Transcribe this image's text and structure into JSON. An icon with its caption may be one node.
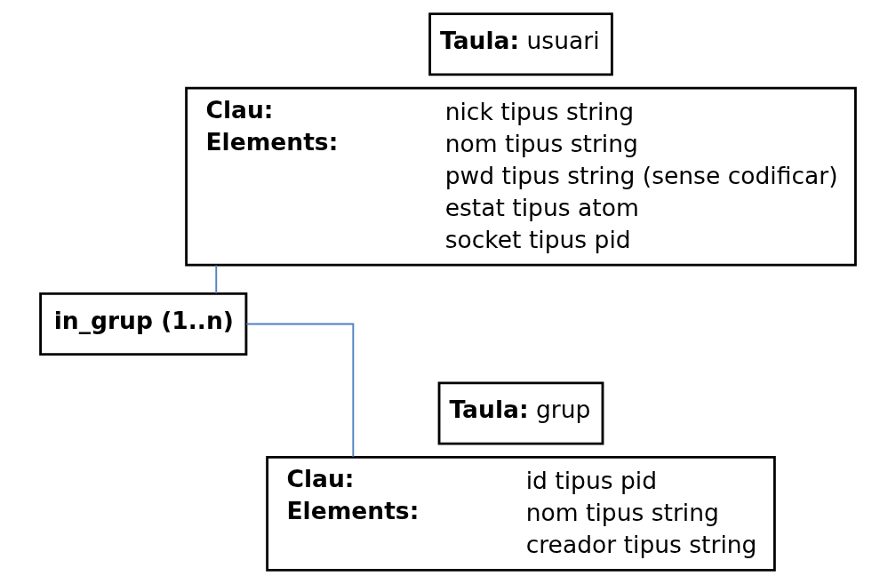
{
  "diagram": {
    "nodes": [
      {
        "text": [
          "**Taula:** usuari"
        ]
      },
      {
        "text": [
          "Clau:",
          "nick tipus string",
          "Elements:",
          "nom tipus string",
          "pwd tipus string (sense codificar)",
          "estat tipus atom",
          "socket tipus pid"
        ]
      },
      {
        "text": [
          "in_grup (1..n)"
        ]
      },
      {
        "text": [
          "**Taula:** grup"
        ]
      },
      {
        "text": [
          "Clau:",
          "id tipus pid",
          "Elements:",
          "nom tipus string",
          "creador tipus string"
        ]
      }
    ],
    "edges": [
      {
        "from": 1,
        "to": 2,
        "arrow": "none"
      },
      {
        "from": 4,
        "to": 2,
        "arrow": "none"
      }
    ]
  }
}
